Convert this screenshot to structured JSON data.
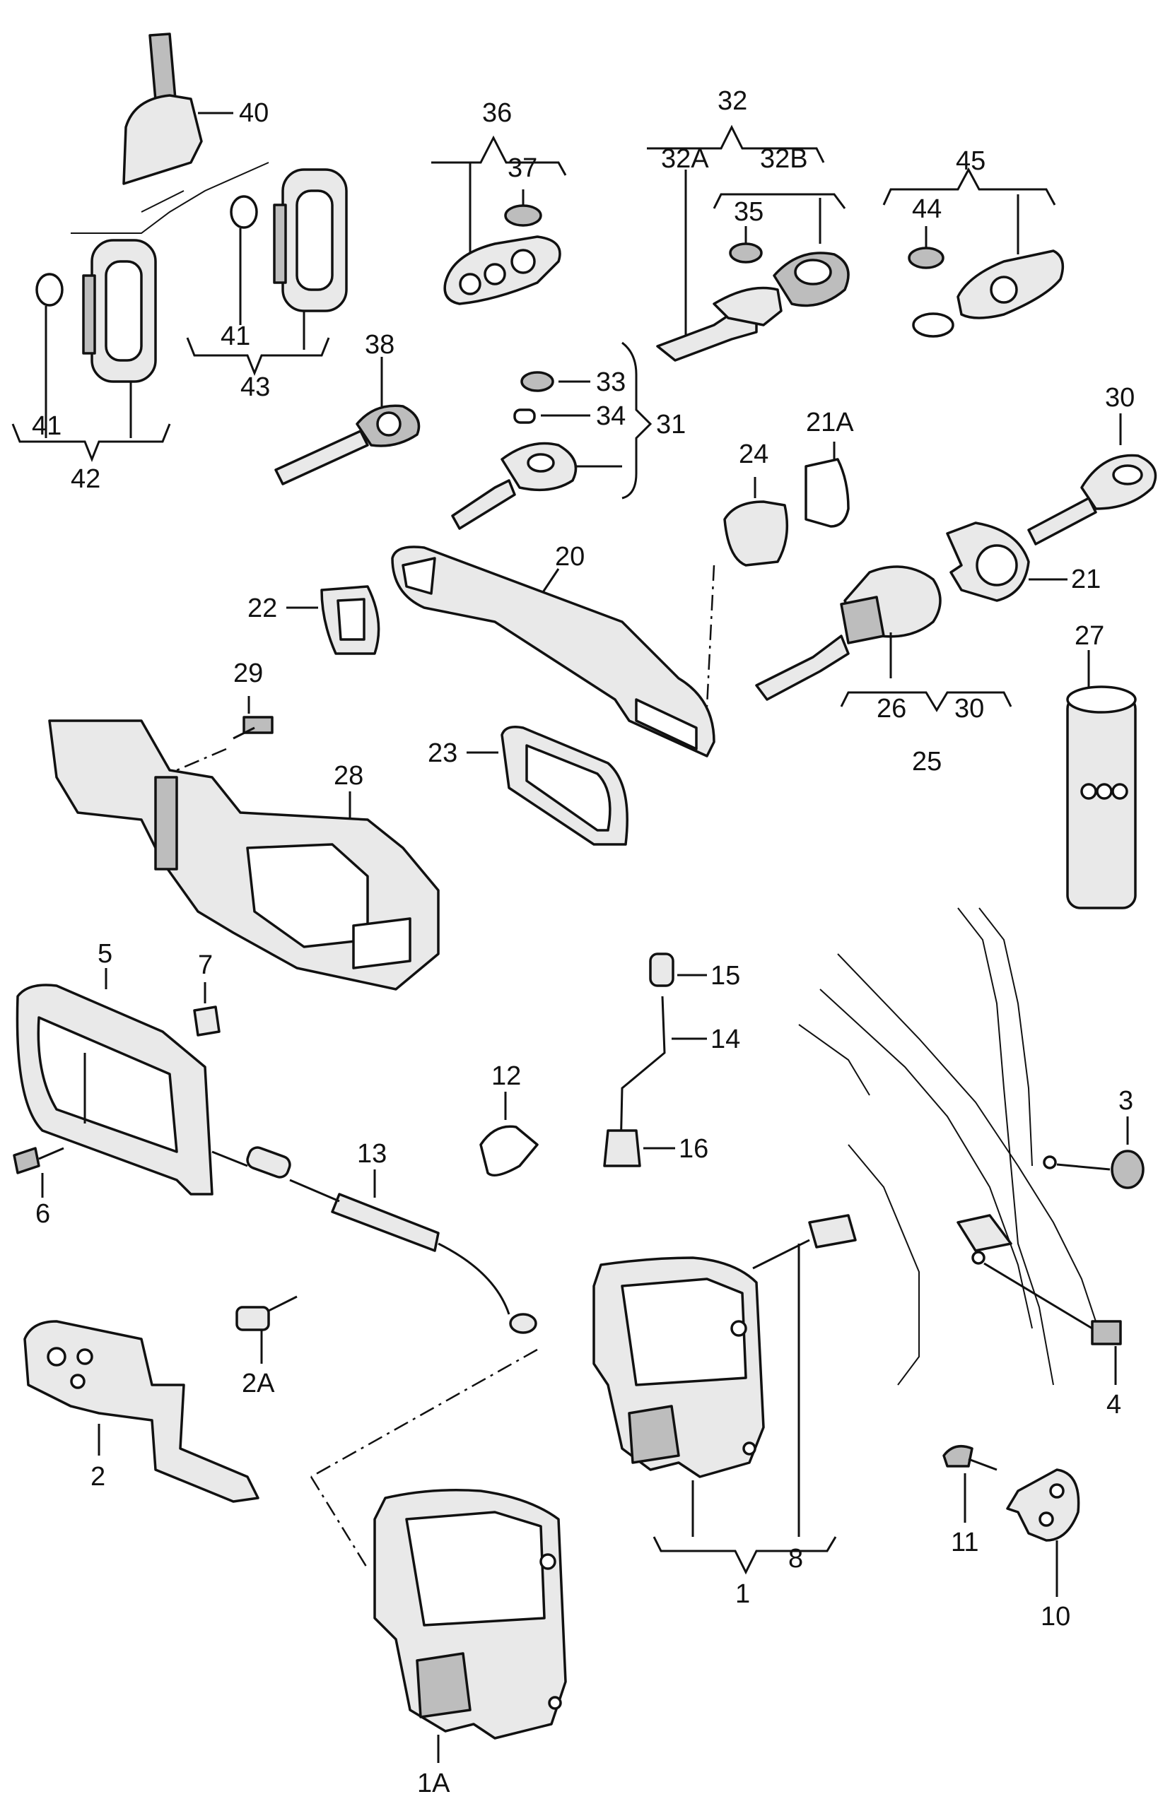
{
  "callouts": {
    "c1": "1",
    "c1A": "1A",
    "c2": "2",
    "c2A": "2A",
    "c3": "3",
    "c4": "4",
    "c5": "5",
    "c6": "6",
    "c7": "7",
    "c8": "8",
    "c10": "10",
    "c11": "11",
    "c12": "12",
    "c13": "13",
    "c14": "14",
    "c15": "15",
    "c16": "16",
    "c20": "20",
    "c21": "21",
    "c21A": "21A",
    "c22": "22",
    "c23": "23",
    "c24": "24",
    "c25": "25",
    "c26": "26",
    "c27": "27",
    "c28": "28",
    "c29": "29",
    "c30a": "30",
    "c30b": "30",
    "c31": "31",
    "c32": "32",
    "c32A": "32A",
    "c32B": "32B",
    "c33": "33",
    "c34": "34",
    "c35": "35",
    "c36": "36",
    "c37": "37",
    "c38": "38",
    "c40": "40",
    "c41a": "41",
    "c41b": "41",
    "c42": "42",
    "c43": "43",
    "c44": "44",
    "c45": "45"
  }
}
